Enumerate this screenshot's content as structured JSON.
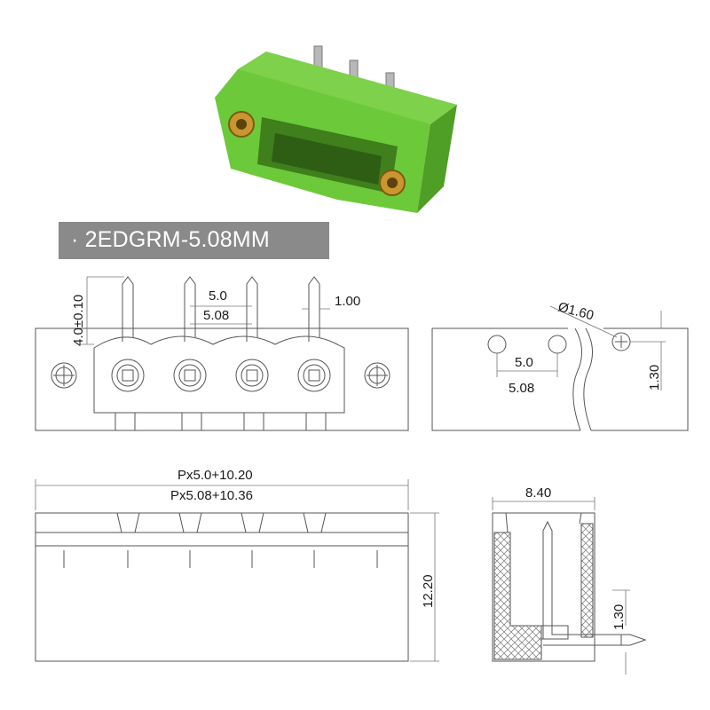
{
  "title": "2EDGRM-5.08MM",
  "front_view": {
    "height_label": "4.0±0.10",
    "pitch_a": "5.0",
    "pitch_b": "5.08",
    "pin_width": "1.00"
  },
  "pcb_view": {
    "hole_dia": "Ø1.60",
    "pitch_a": "5.0",
    "pitch_b": "5.08",
    "offset": "1.30"
  },
  "side_view": {
    "length_a": "Px5.0+10.20",
    "length_b": "Px5.08+10.36",
    "height": "12.20"
  },
  "end_view": {
    "width": "8.40",
    "offset": "1.30"
  },
  "colors": {
    "housing": "#6cc93a",
    "housing_dark": "#4f9e25",
    "brass": "#c9962f",
    "banner": "#8a8a8a"
  }
}
